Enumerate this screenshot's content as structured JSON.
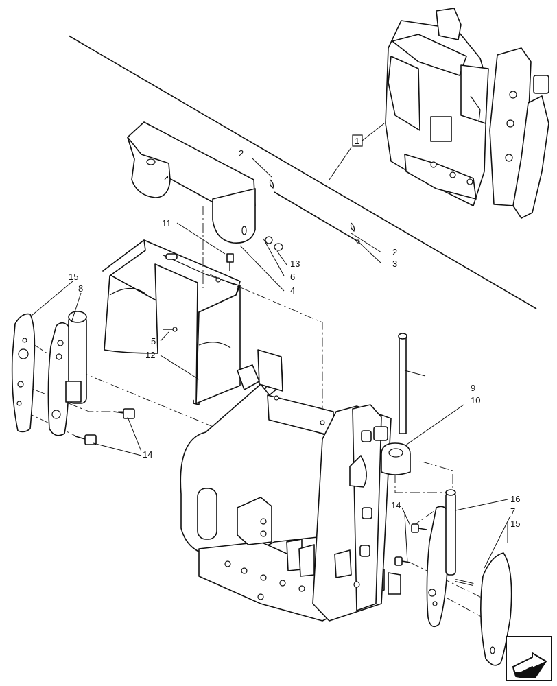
{
  "callouts": {
    "c1": "1",
    "c2a": "2",
    "c2b": "2",
    "c3": "3",
    "c4": "4",
    "c5": "5",
    "c6": "6",
    "c7": "7",
    "c8": "8",
    "c9": "9",
    "c10": "10",
    "c11": "11",
    "c12": "12",
    "c13": "13",
    "c14a": "14",
    "c14b": "14",
    "c15a": "15",
    "c15b": "15",
    "c16": "16"
  },
  "nav_icon": "arrow-icon"
}
